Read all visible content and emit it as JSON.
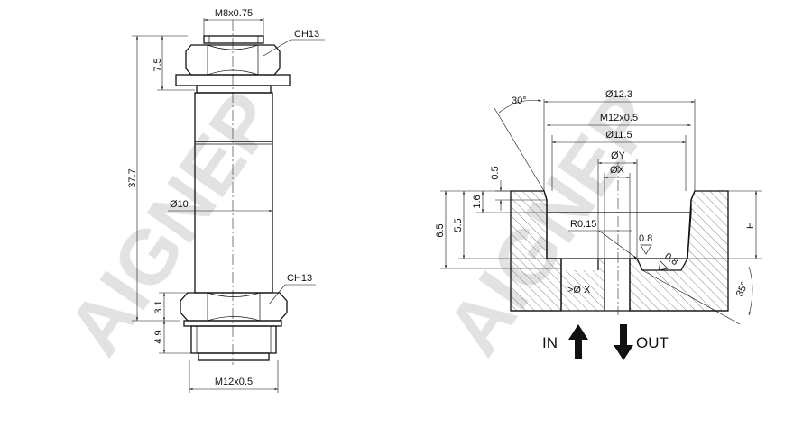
{
  "watermark": {
    "text": "AIGNEP",
    "color": "#e2e2e2"
  },
  "left_view": {
    "thread_top": "M8x0.75",
    "hex_top": "CH13",
    "dim_top_height": "7.5",
    "dim_total_length": "37.7",
    "dim_shaft_diameter": "Ø10",
    "hex_bottom": "CH13",
    "dim_hex_height": "3.1",
    "dim_thread_height": "4.9",
    "thread_bottom": "M12x0.5"
  },
  "right_view": {
    "angle_top": "30°",
    "dim_outer_diameter": "Ø12.3",
    "dim_thread": "M12x0.5",
    "dim_inner_diameter": "Ø11.5",
    "dim_y": "ØY",
    "dim_x": "ØX",
    "dim_0_5": "0.5",
    "dim_1_6": "1.6",
    "dim_5_5": "5.5",
    "dim_6_5": "6.5",
    "radius": "R0.15",
    "roughness_1": "0.8",
    "roughness_2": "0.8",
    "dim_h": "H",
    "angle_bottom": "35°",
    "min_x": ">Ø X",
    "flow_in": "IN",
    "flow_out": "OUT"
  },
  "colors": {
    "line": "#111111",
    "hatch": "#555555",
    "background": "#ffffff"
  }
}
